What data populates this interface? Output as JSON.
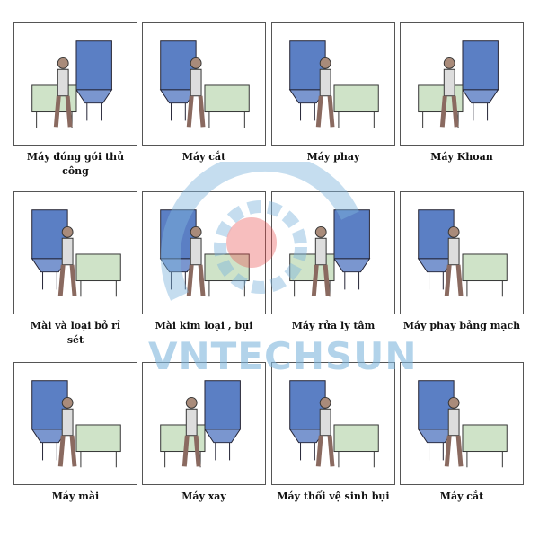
{
  "watermark": {
    "brand": "VNTECHSUN",
    "color": "#7fb6dd",
    "accent": "#e84b4b"
  },
  "items": [
    {
      "caption": "Máy đóng gói thủ công"
    },
    {
      "caption": "Máy cắt"
    },
    {
      "caption": "Máy phay"
    },
    {
      "caption": "Máy Khoan"
    },
    {
      "caption": "Mài và loại bỏ rỉ sét"
    },
    {
      "caption": "Mài kim loại , bụi"
    },
    {
      "caption": "Máy rửa ly tâm"
    },
    {
      "caption": "Máy phay bảng mạch"
    },
    {
      "caption": "Máy mài"
    },
    {
      "caption": "Máy xay"
    },
    {
      "caption": "Máy thổi  vệ sinh bụi"
    },
    {
      "caption": "Máy cắt"
    }
  ],
  "colors": {
    "collector": "#5b7fc4",
    "machine": "#cfe3c8",
    "person": "#a98b7a"
  }
}
